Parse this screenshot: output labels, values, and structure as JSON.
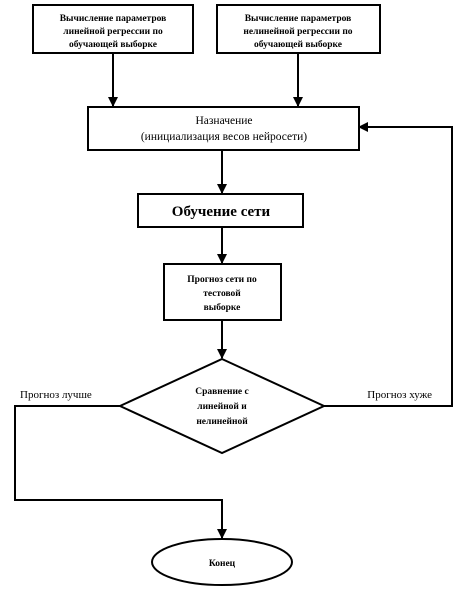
{
  "diagram": {
    "nodes": {
      "linear_params": {
        "lines": [
          "Вычисление параметров",
          "линейной регрессии по",
          "обучающей выборке"
        ]
      },
      "nonlinear_params": {
        "lines": [
          "Вычисление параметров",
          "нелинейной регрессии по",
          "обучающей выборке"
        ]
      },
      "assignment": {
        "lines": [
          "Назначение",
          "(инициализация весов нейросети)"
        ]
      },
      "training": {
        "lines": [
          "Обучение сети"
        ]
      },
      "forecast": {
        "lines": [
          "Прогноз сети по",
          "тестовой",
          "выборке"
        ]
      },
      "comparison": {
        "lines": [
          "Сравнение с",
          "линейной и",
          "нелинейной"
        ]
      },
      "end": {
        "lines": [
          "Конец"
        ]
      }
    },
    "edge_labels": {
      "better": "Прогноз лучше",
      "worse": "Прогноз хуже"
    }
  }
}
